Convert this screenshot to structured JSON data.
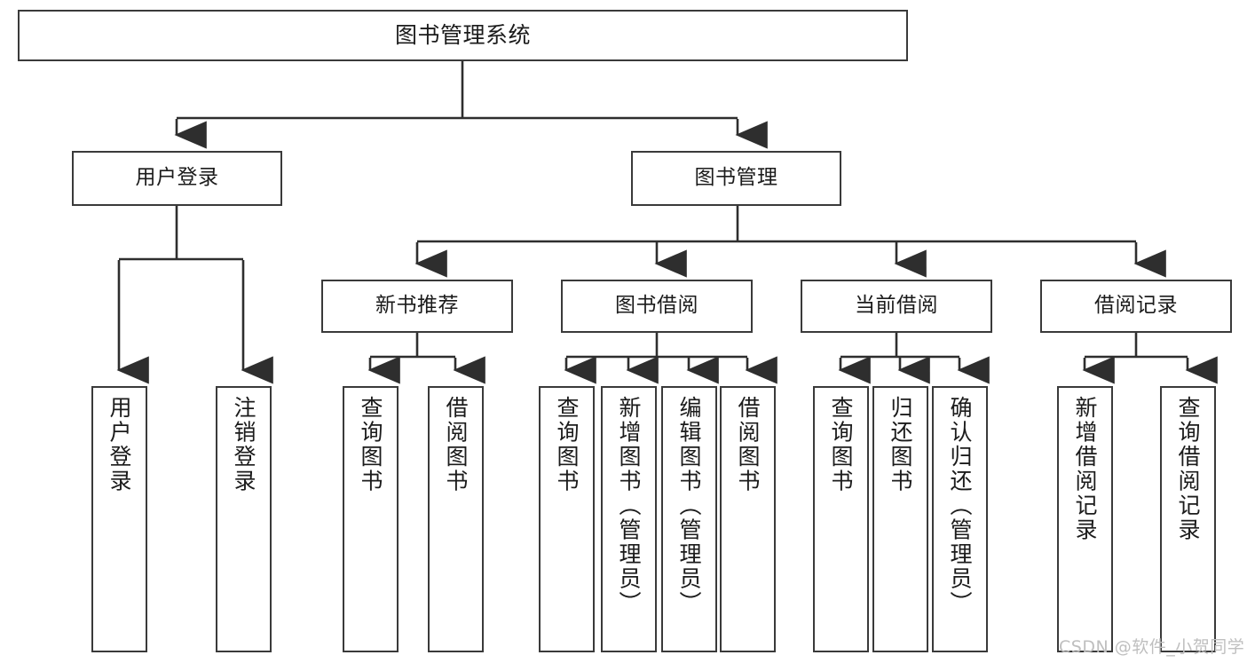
{
  "diagram": {
    "title": "图书管理系统",
    "type": "hierarchy-tree",
    "levels": 4,
    "colors": {
      "box_border": "#3a3a3a",
      "box_fill": "#ffffff",
      "connector": "#2e2e2e",
      "text": "#1b1b1b",
      "watermark": "#bfbfbf",
      "background": "#ffffff"
    },
    "nodes": {
      "root": {
        "label": "图书管理系统"
      },
      "level2": [
        {
          "id": "user-login",
          "label": "用户登录"
        },
        {
          "id": "book-manage",
          "label": "图书管理"
        }
      ],
      "level3": [
        {
          "id": "new-book-recommend",
          "label": "新书推荐"
        },
        {
          "id": "book-borrow",
          "label": "图书借阅"
        },
        {
          "id": "current-borrow",
          "label": "当前借阅"
        },
        {
          "id": "borrow-record",
          "label": "借阅记录"
        }
      ],
      "leaves": {
        "user-login": [
          {
            "id": "leaf-user-login",
            "label": "用户登录"
          },
          {
            "id": "leaf-logout-login",
            "label": "注销登录"
          }
        ],
        "new-book-recommend": [
          {
            "id": "leaf-query-book-1",
            "label": "查询图书"
          },
          {
            "id": "leaf-borrow-book-1",
            "label": "借阅图书"
          }
        ],
        "book-borrow": [
          {
            "id": "leaf-query-book-2",
            "label": "查询图书"
          },
          {
            "id": "leaf-add-book",
            "label": "新增图书（管理员）"
          },
          {
            "id": "leaf-edit-book",
            "label": "编辑图书（管理员）"
          },
          {
            "id": "leaf-borrow-book-2",
            "label": "借阅图书"
          }
        ],
        "current-borrow": [
          {
            "id": "leaf-query-book-3",
            "label": "查询图书"
          },
          {
            "id": "leaf-return-book",
            "label": "归还图书"
          },
          {
            "id": "leaf-confirm-return",
            "label": "确认归还（管理员）"
          }
        ],
        "borrow-record": [
          {
            "id": "leaf-add-record",
            "label": "新增借阅记录"
          },
          {
            "id": "leaf-query-record",
            "label": "查询借阅记录"
          }
        ]
      }
    },
    "watermark": "CSDN @软件_小贺同学"
  }
}
